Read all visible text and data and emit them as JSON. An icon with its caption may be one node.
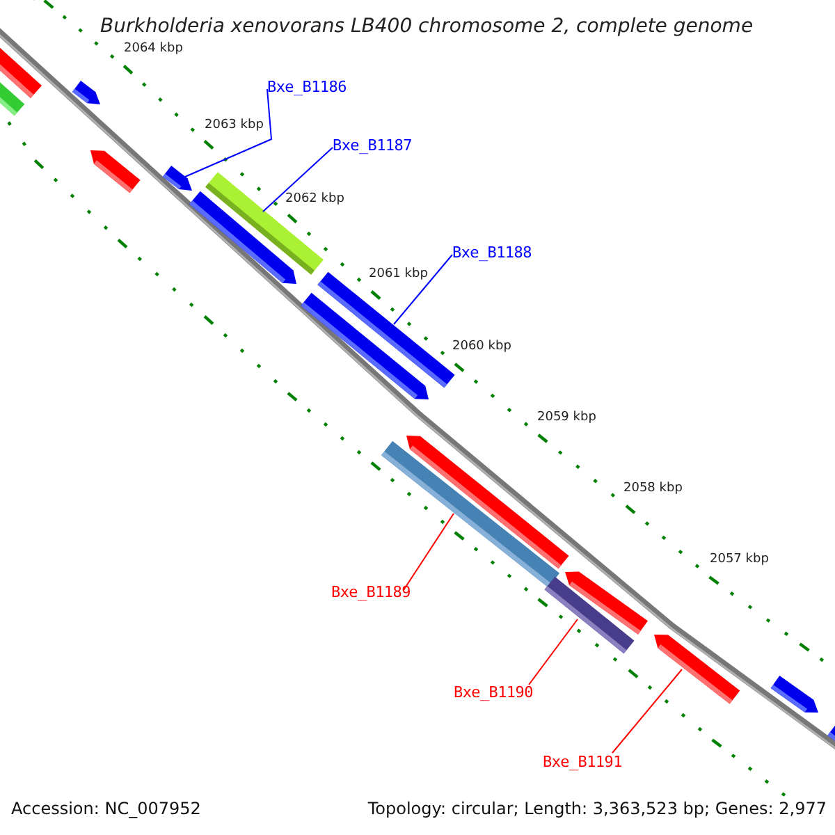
{
  "diagram": {
    "title": "Burkholderia xenovorans LB400 chromosome 2, complete genome",
    "nodes": [
      {
        "text": [],
        "shape": "bar"
      },
      {
        "text": [],
        "shape": "bar"
      },
      {
        "text": [],
        "shape": "bar"
      },
      {
        "text": [
          "Bxe_B1186"
        ]
      },
      {
        "text": [],
        "shape": "bar"
      },
      {
        "text": [],
        "shape": "bar"
      },
      {
        "text": [
          "Bxe_B1187"
        ]
      },
      {
        "text": [],
        "shape": "bar"
      },
      {
        "text": [],
        "shape": "bar"
      },
      {
        "text": [
          "Bxe_B1188"
        ]
      },
      {
        "text": [],
        "shape": "bar"
      },
      {
        "text": [],
        "shape": "bar"
      },
      {
        "text": [],
        "shape": "bar"
      },
      {
        "text": [],
        "shape": "bar"
      },
      {
        "text": [],
        "shape": "bar"
      },
      {
        "text": [
          "Bxe_B1189"
        ]
      },
      {
        "text": [],
        "shape": "bar"
      },
      {
        "text": [],
        "shape": "bar"
      },
      {
        "text": [
          "Bxe_B1190"
        ]
      },
      {
        "text": [],
        "shape": "bar"
      },
      {
        "text": [],
        "shape": "bar"
      },
      {
        "text": [
          "Bxe_B1191"
        ]
      }
    ],
    "edges": [
      {
        "from": 3,
        "to": 5,
        "arrow": "none"
      },
      {
        "from": 6,
        "to": 7,
        "arrow": "none"
      },
      {
        "from": 9,
        "to": 10,
        "arrow": "none"
      },
      {
        "from": 15,
        "to": 13,
        "arrow": "none",
        "color": "#ff0000"
      },
      {
        "from": 18,
        "to": 16,
        "arrow": "none",
        "color": "#ff0000"
      },
      {
        "from": 21,
        "to": 17,
        "arrow": "none",
        "color": "#ff0000"
      }
    ],
    "labels": [
      "2064 kbp",
      "2063 kbp",
      "2062 kbp",
      "2061 kbp",
      "2060 kbp",
      "2059 kbp",
      "2058 kbp",
      "2057 kbp",
      "Accession: NC_007952",
      "Topology: circular; Length: 3,363,523 bp; Genes: 2,977"
    ]
  }
}
